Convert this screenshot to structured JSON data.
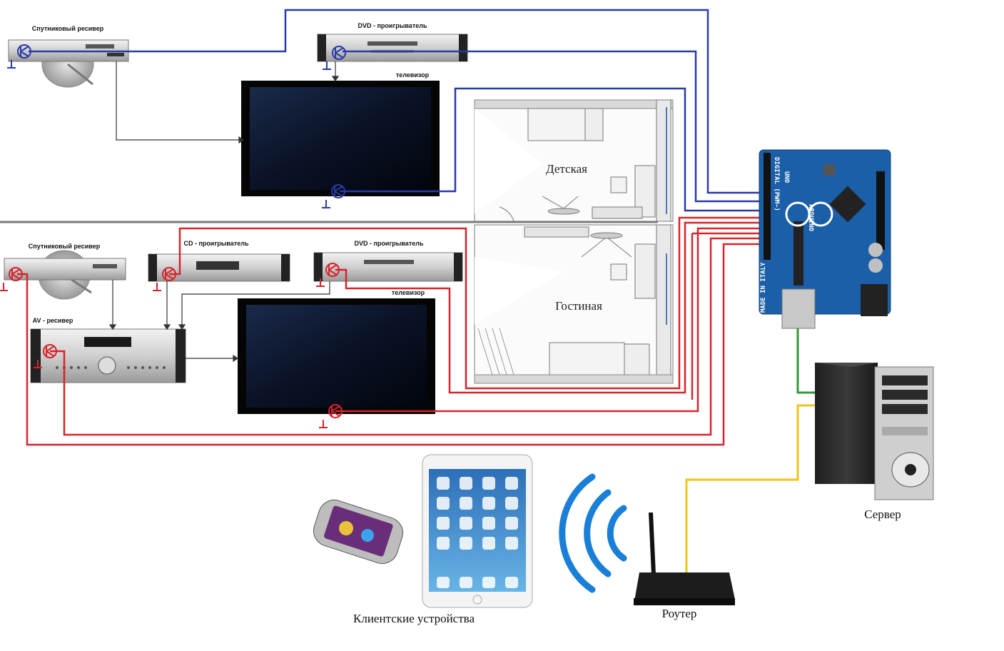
{
  "top_zone": {
    "satellite_label": "Спутниковый ресивер",
    "dvd_label": "DVD - проигрыватель",
    "tv_label": "телевизор"
  },
  "bottom_zone": {
    "satellite_label": "Спутниковый ресивер",
    "cd_label": "CD - проигрыватель",
    "dvd_label": "DVD - проигрыватель",
    "tv_label": "телевизор",
    "av_label": "AV - ресивер"
  },
  "rooms": {
    "kids_room": "Детская",
    "living_room": "Гостиная"
  },
  "controller": {
    "board_name": "UNO",
    "board_brand": "ARDUINO",
    "made_in": "MADE IN ITALY",
    "digital_header": "DIGITAL (PWM~)"
  },
  "network": {
    "server_label": "Сервер",
    "router_label": "Роутер",
    "clients_label": "Клиентские устройства"
  },
  "colors": {
    "top_wiring": "#2a3aa8",
    "bottom_wiring": "#d8232a",
    "usb_cable": "#2f9a3a",
    "ethernet_cable": "#f0c419",
    "wifi": "#1a7fd6",
    "divider": "#7a7a7a",
    "board": "#1b5fa8"
  }
}
